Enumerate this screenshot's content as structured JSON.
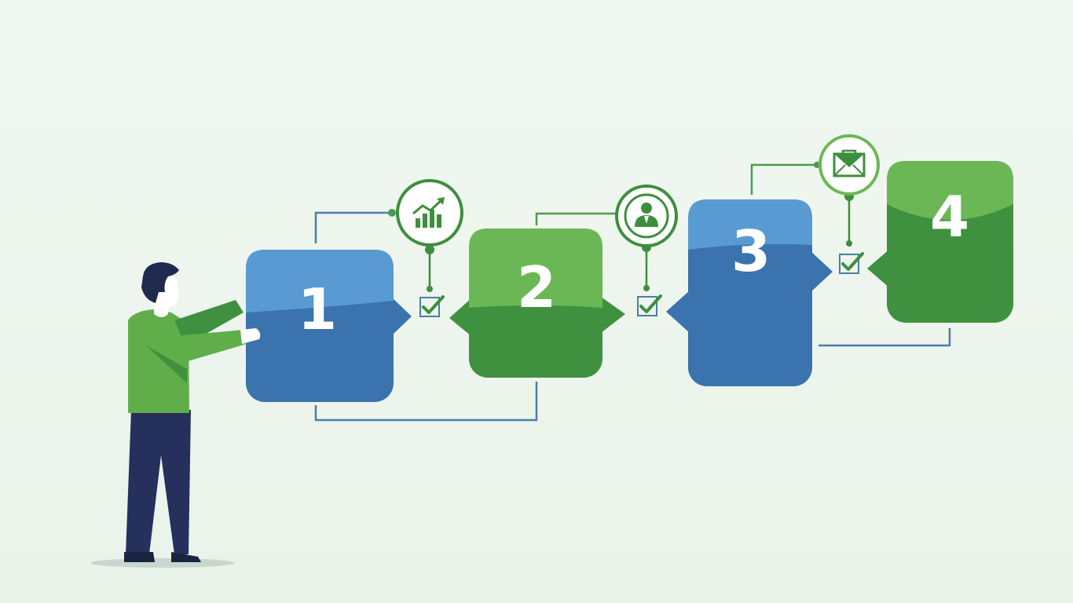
{
  "colors": {
    "background": "#eef5ee",
    "blue": "#3a73ad",
    "blue_light": "#5a9ad2",
    "green": "#3f9140",
    "green_light": "#6cb755",
    "icon_green": "#3d8f3d",
    "line_blue": "#4a7fa6",
    "line_green": "#4e9a4e",
    "person_shirt": "#5fae4a",
    "person_pants": "#26305c",
    "person_hair": "#1f2a4f",
    "person_skin": "#ffffff"
  },
  "steps": [
    {
      "number": "1",
      "color": "blue"
    },
    {
      "number": "2",
      "color": "green"
    },
    {
      "number": "3",
      "color": "blue"
    },
    {
      "number": "4",
      "color": "green"
    }
  ],
  "milestones": [
    {
      "icon": "chart-icon"
    },
    {
      "icon": "user-icon"
    },
    {
      "icon": "envelope-icon"
    }
  ],
  "checkmarks": [
    "check-icon",
    "check-icon",
    "check-icon"
  ]
}
